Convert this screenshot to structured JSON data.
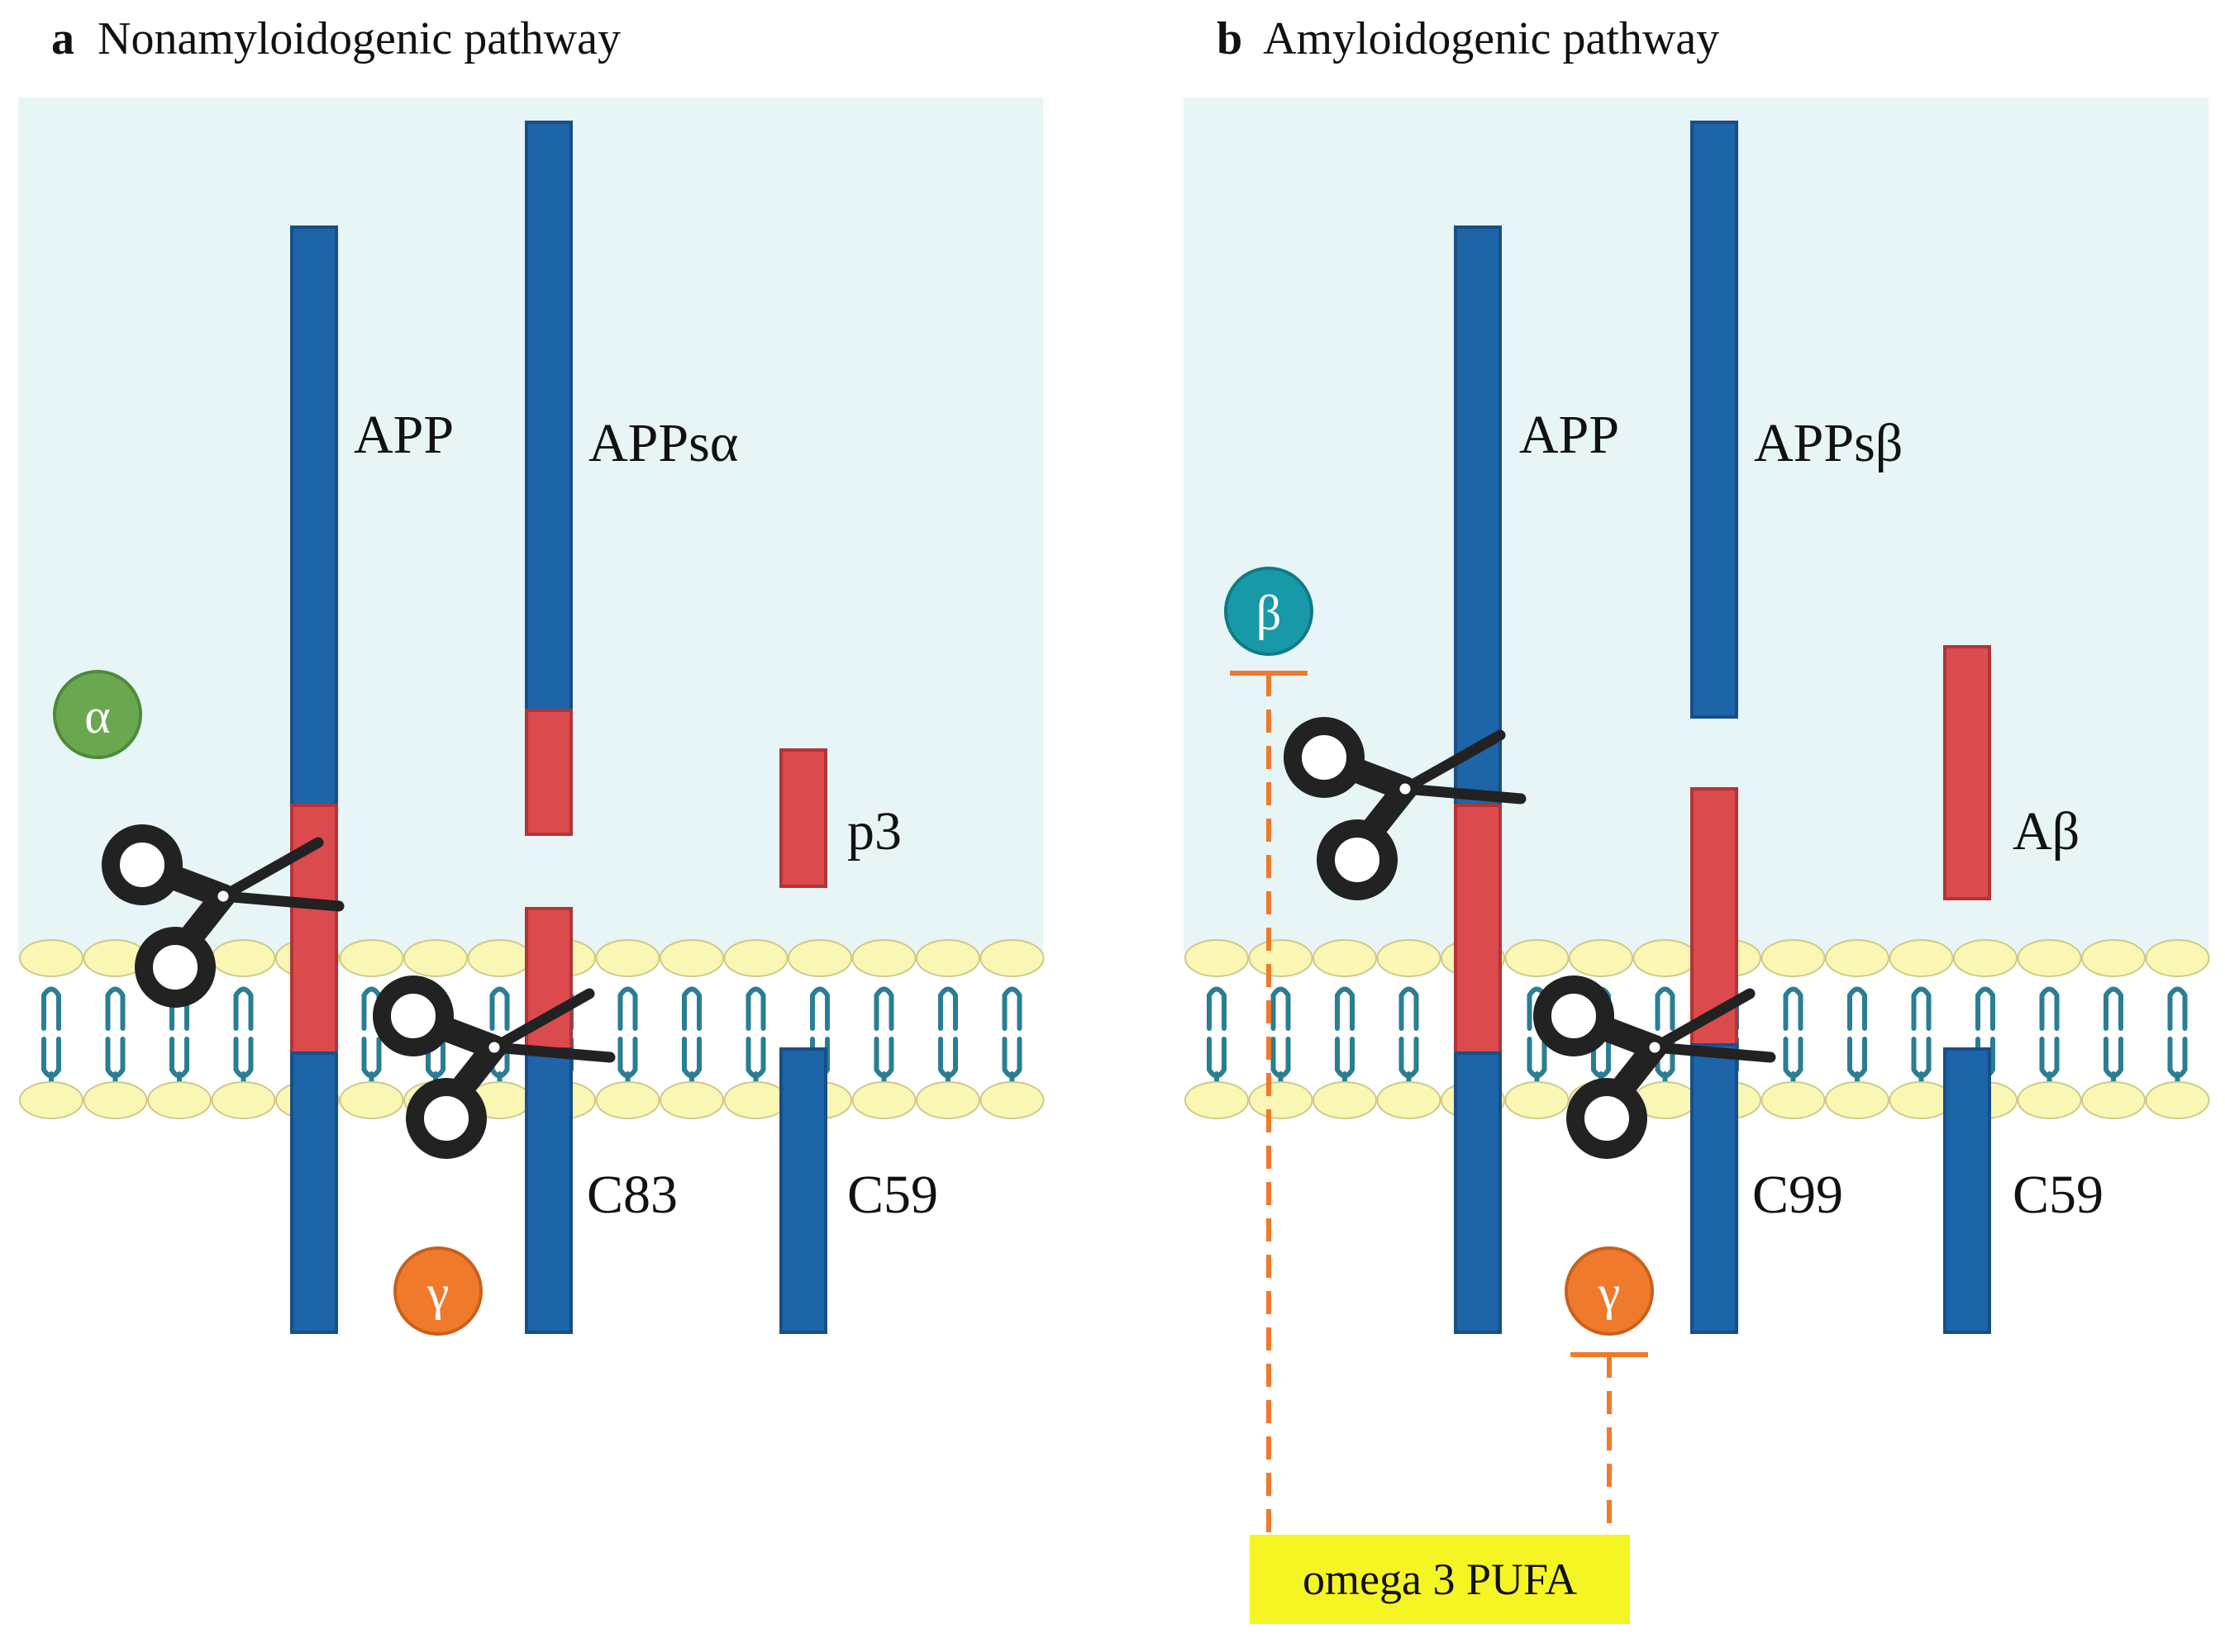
{
  "panels": {
    "a": {
      "letter": "a",
      "title": "Nonamyloidogenic pathway",
      "labels": {
        "app": "APP",
        "apps": "APPsα",
        "p3": "p3",
        "c83": "C83",
        "c59": "C59"
      },
      "enzymes": {
        "alpha": "α",
        "gamma": "γ"
      }
    },
    "b": {
      "letter": "b",
      "title": "Amyloidogenic pathway",
      "labels": {
        "app": "APP",
        "apps": "APPsβ",
        "abeta": "Aβ",
        "c99": "C99",
        "c59": "C59"
      },
      "enzymes": {
        "beta": "β",
        "gamma": "γ"
      },
      "inhibitor": "omega 3 PUFA"
    }
  },
  "colors": {
    "extracellular": "#e7f5f7",
    "protein_blue": "#1d64a8",
    "protein_red": "#db4a4d",
    "lipid_head": "#faf6b4",
    "lipid_tail": "#2a7e94",
    "alpha": "#6aa84f",
    "beta": "#1799a8",
    "gamma": "#f07a2c",
    "inhibition": "#f07a2c",
    "inhibitor_box": "#f5f523",
    "scissors": "#222222"
  },
  "icons": {
    "cleavage": "scissors-icon"
  }
}
